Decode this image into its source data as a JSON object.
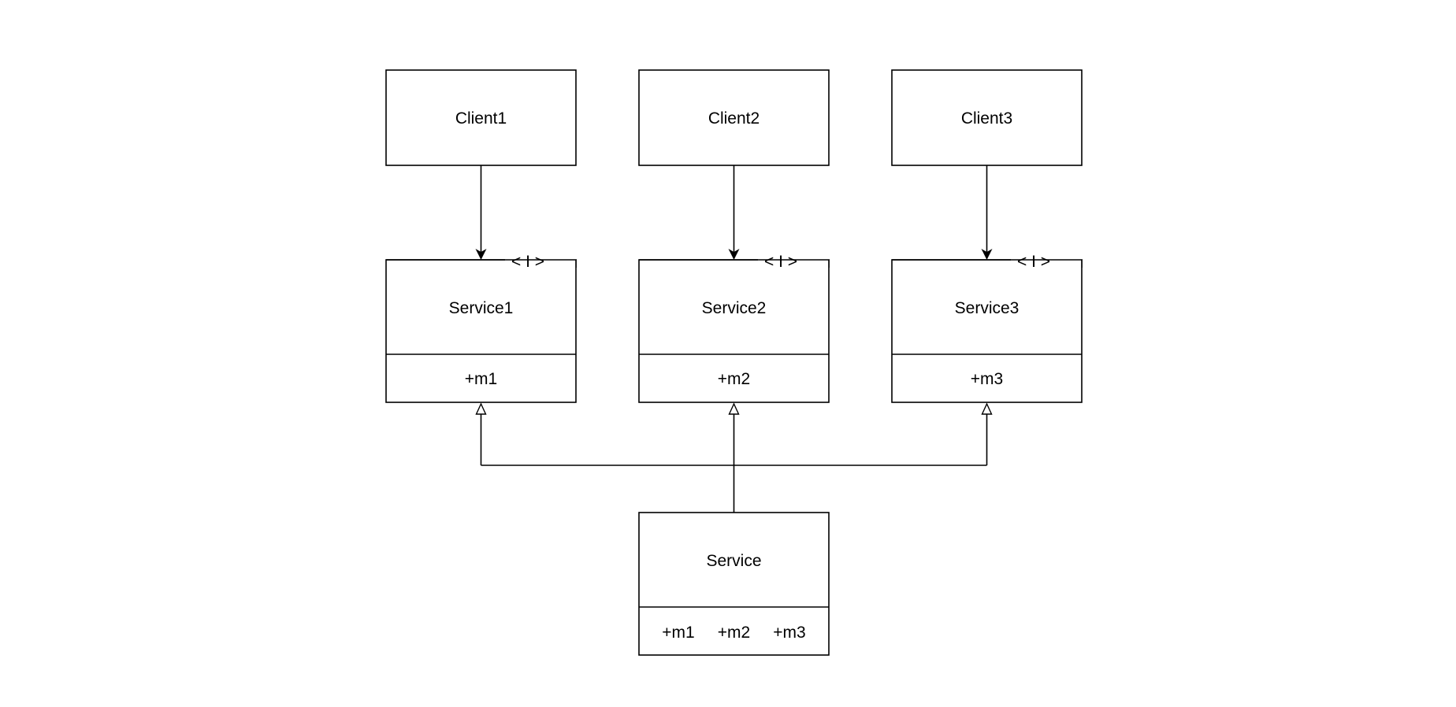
{
  "clients": [
    {
      "label": "Client1"
    },
    {
      "label": "Client2"
    },
    {
      "label": "Client3"
    }
  ],
  "interfaces": [
    {
      "name": "Service1",
      "method": "+m1",
      "stereotype": "< I >"
    },
    {
      "name": "Service2",
      "method": "+m2",
      "stereotype": "< I >"
    },
    {
      "name": "Service3",
      "method": "+m3",
      "stereotype": "< I >"
    }
  ],
  "implementation": {
    "name": "Service",
    "methods": [
      "+m1",
      "+m2",
      "+m3"
    ]
  },
  "colors": {
    "stroke": "#000000",
    "fill": "#ffffff"
  }
}
